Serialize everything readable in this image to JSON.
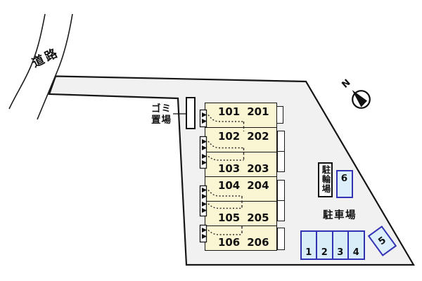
{
  "site": {
    "road_label": "道路",
    "garbage_label_line1": "ゴミ",
    "garbage_label_line2": "置場",
    "north_label": "N"
  },
  "building": {
    "units": [
      {
        "first": "101",
        "second": "201"
      },
      {
        "first": "102",
        "second": "202"
      },
      {
        "first": "103",
        "second": "203"
      },
      {
        "first": "104",
        "second": "204"
      },
      {
        "first": "105",
        "second": "205"
      },
      {
        "first": "106",
        "second": "206"
      }
    ]
  },
  "bicycle_parking": {
    "label": "駐輪場"
  },
  "car_parking": {
    "label": "駐車場",
    "spaces": [
      "1",
      "2",
      "3",
      "4",
      "5",
      "6"
    ]
  },
  "colors": {
    "site_fill": "#F1F1F1",
    "building_fill": "#FAF5D3",
    "parking_fill": "#D9EDF9",
    "parking_border": "#3232B4",
    "outline": "#161616"
  }
}
